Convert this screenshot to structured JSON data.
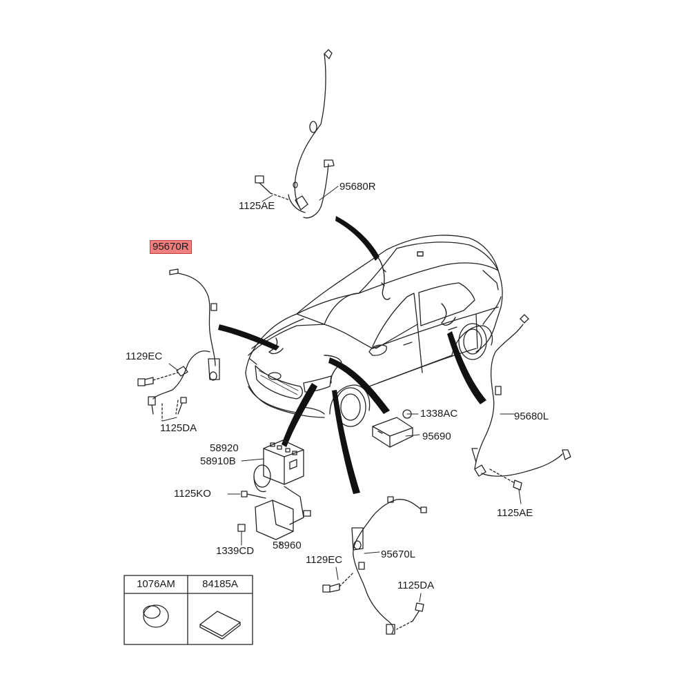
{
  "colors": {
    "line": "#222222",
    "highlight": "#f08080",
    "background": "#ffffff"
  },
  "diagram": {
    "highlighted_part": "95670R",
    "callouts": {
      "c95670R": "95670R",
      "c95680R": "95680R",
      "c1125AE_top": "1125AE",
      "c1129EC_left": "1129EC",
      "c1125DA_left": "1125DA",
      "c58920": "58920",
      "c58910B": "58910B",
      "c1125KO": "1125KO",
      "c1339CD": "1339CD",
      "c58960": "58960",
      "c1338AC": "1338AC",
      "c95690": "95690",
      "c95680L": "95680L",
      "c1125AE_right": "1125AE",
      "c1129EC_bottom": "1129EC",
      "c95670L": "95670L",
      "c1125DA_bottom": "1125DA"
    },
    "legend": {
      "col1": "1076AM",
      "col2": "84185A"
    }
  }
}
